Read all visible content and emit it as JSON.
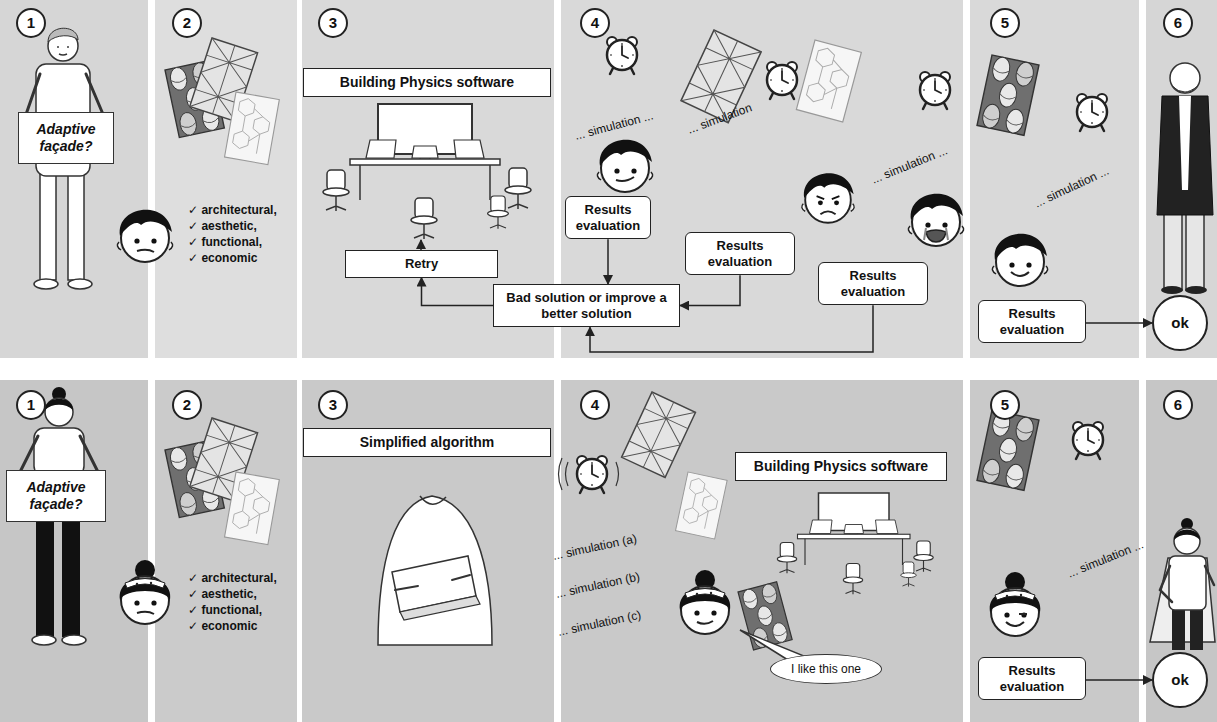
{
  "diagram": {
    "nodes": [
      {
        "text": [
          "1"
        ]
      },
      {
        "text": [
          "Adaptive façade?"
        ]
      },
      {
        "text": [
          "2"
        ]
      },
      {
        "text": [
          "3"
        ]
      },
      {
        "text": [
          "Building Physics software"
        ]
      },
      {
        "text": [
          "Retry"
        ]
      },
      {
        "text": [
          "4"
        ]
      },
      {
        "text": [
          "Results evaluation"
        ]
      },
      {
        "text": [
          "Results evaluation"
        ]
      },
      {
        "text": [
          "Results evaluation"
        ]
      },
      {
        "text": [
          "Bad solution or improve a better solution"
        ]
      },
      {
        "text": [
          "5"
        ]
      },
      {
        "text": [
          "Results evaluation"
        ]
      },
      {
        "text": [
          "6"
        ]
      },
      {
        "text": [
          "ok"
        ]
      },
      {
        "text": [
          "1"
        ]
      },
      {
        "text": [
          "Adaptive façade?"
        ]
      },
      {
        "text": [
          "2"
        ]
      },
      {
        "text": [
          "3"
        ]
      },
      {
        "text": [
          "Simplified algorithm"
        ]
      },
      {
        "text": [
          "4"
        ]
      },
      {
        "text": [
          "Building Physics software"
        ]
      },
      {
        "text": [
          "I like this one"
        ]
      },
      {
        "text": [
          "5"
        ]
      },
      {
        "text": [
          "Results evaluation"
        ]
      },
      {
        "text": [
          "6"
        ]
      },
      {
        "text": [
          "ok"
        ]
      }
    ],
    "edges": [
      {
        "from": 7,
        "to": 10,
        "arrow": "to"
      },
      {
        "from": 8,
        "to": 10,
        "arrow": "to"
      },
      {
        "from": 9,
        "to": 10,
        "arrow": "to"
      },
      {
        "from": 10,
        "to": 5,
        "arrow": "to"
      },
      {
        "from": 12,
        "to": 14,
        "arrow": "to"
      },
      {
        "from": 24,
        "to": 26,
        "arrow": "to"
      }
    ],
    "labels": [
      "✓ architectural,",
      "✓ aesthetic,",
      "✓ functional,",
      "✓ economic",
      "... simulation ...",
      "... simulation",
      "... simulation ...",
      "... simulation ...",
      "✓ architectural,",
      "✓ aesthetic,",
      "✓ functional,",
      "✓ economic",
      "... simulation (a)",
      "... simulation (b)",
      "... simulation (c)",
      "... simulation ..."
    ]
  }
}
